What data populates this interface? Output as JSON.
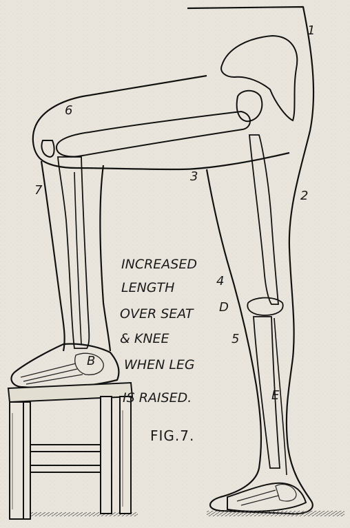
{
  "figure": {
    "caption": "FIG.7.",
    "note_lines": [
      "INCREASED",
      "LENGTH",
      "OVER SEAT",
      "& KNEE",
      "WHEN LEG",
      "IS RAISED."
    ],
    "markers": {
      "m1": "1",
      "m2": "2",
      "m3": "3",
      "m4": "4",
      "m5": "5",
      "m6": "6",
      "m7": "7",
      "mB": "B",
      "mD": "D",
      "mE": "E"
    }
  }
}
